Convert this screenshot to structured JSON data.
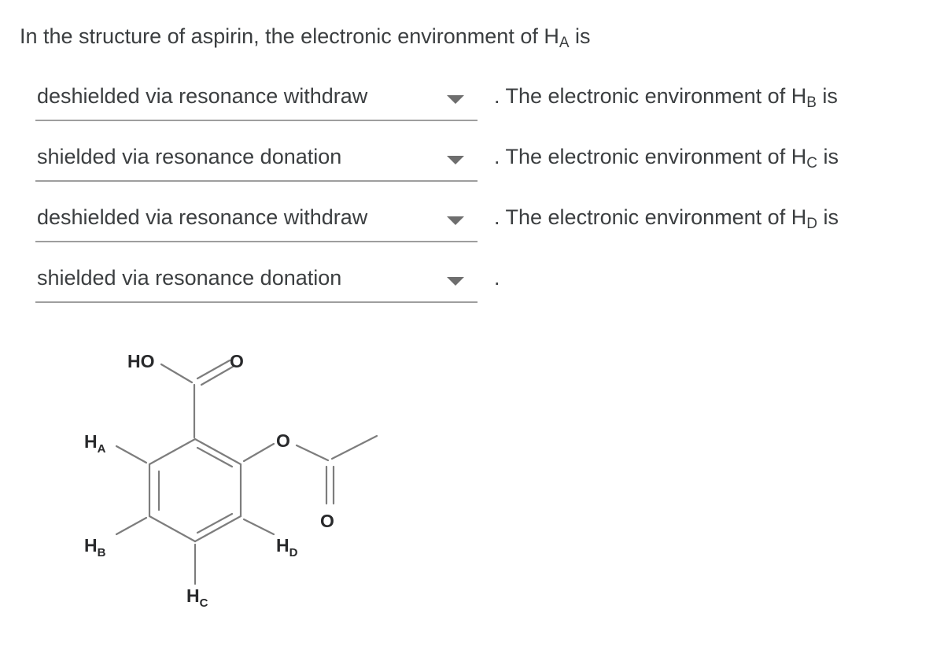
{
  "colors": {
    "page_background": "#ffffff",
    "text": "#3b3e40",
    "dropdown_underline": "#9e9e9e",
    "dropdown_arrow": "#6e6e6e",
    "molecule_bond": "#7d7d7d",
    "molecule_label": "#28292b"
  },
  "title": {
    "prefix": "In the structure of aspirin, the electronic environment of H",
    "sub": "A",
    "suffix": " is"
  },
  "rows": [
    {
      "value": "deshielded via resonance withdraw",
      "after_prefix": ". The electronic environment of H",
      "after_sub": "B",
      "after_suffix": " is"
    },
    {
      "value": "shielded via resonance donation",
      "after_prefix": ". The electronic environment of H",
      "after_sub": "C",
      "after_suffix": " is"
    },
    {
      "value": "deshielded via resonance withdraw",
      "after_prefix": ". The electronic environment of H",
      "after_sub": "D",
      "after_suffix": " is"
    },
    {
      "value": "shielded via resonance donation",
      "after_prefix": ".",
      "after_sub": "",
      "after_suffix": ""
    }
  ],
  "molecule": {
    "labels": {
      "ho": "HO",
      "carboxyl_o": "O",
      "ester_o": "O",
      "ester_carbonyl_o": "O",
      "ha": {
        "main": "H",
        "sub": "A"
      },
      "hb": {
        "main": "H",
        "sub": "B"
      },
      "hc": {
        "main": "H",
        "sub": "C"
      },
      "hd": {
        "main": "H",
        "sub": "D"
      }
    }
  }
}
